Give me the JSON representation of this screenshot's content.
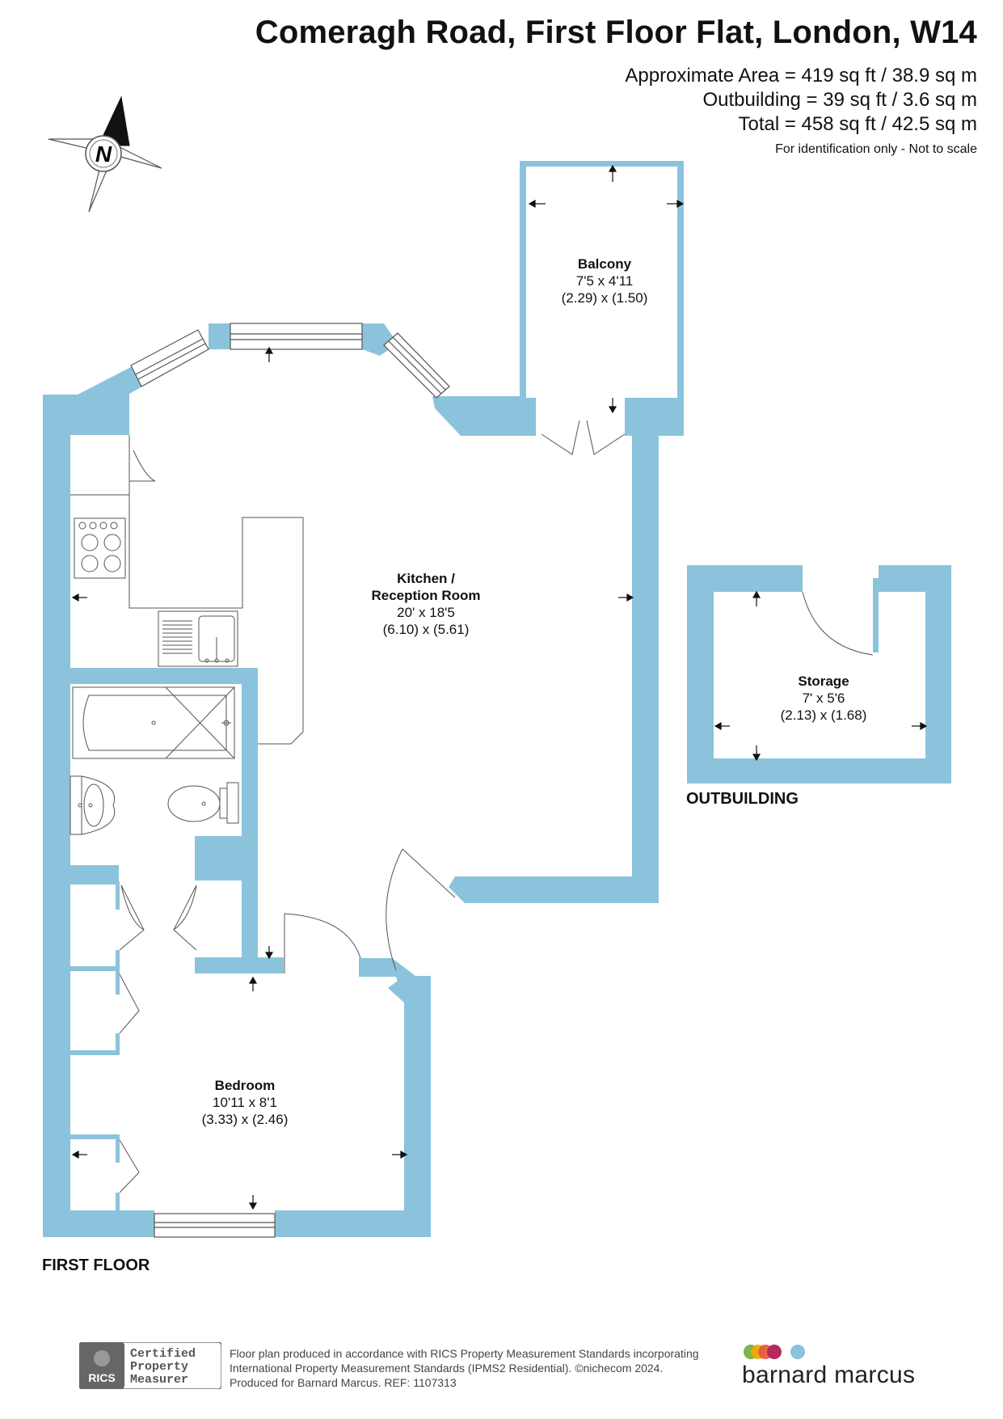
{
  "header": {
    "title": "Comeragh Road, First Floor Flat, London, W14",
    "approx_area": "Approximate Area = 419 sq ft / 38.9 sq m",
    "outbuilding_area": "Outbuilding = 39 sq ft / 3.6 sq m",
    "total_area": "Total = 458 sq ft / 42.5 sq m",
    "note": "For identification only - Not to scale"
  },
  "compass": {
    "label": "N"
  },
  "rooms": {
    "balcony": {
      "name": "Balcony",
      "imperial": "7'5 x 4'11",
      "metric": "(2.29) x (1.50)"
    },
    "kitchen": {
      "name": "Kitchen /",
      "name2": "Reception Room",
      "imperial": "20' x 18'5",
      "metric": "(6.10) x (5.61)"
    },
    "storage": {
      "name": "Storage",
      "imperial": "7' x 5'6",
      "metric": "(2.13) x (1.68)"
    },
    "bedroom": {
      "name": "Bedroom",
      "imperial": "10'11 x 8'1",
      "metric": "(3.33) x (2.46)"
    }
  },
  "labels": {
    "outbuilding": "OUTBUILDING",
    "first_floor": "FIRST FLOOR"
  },
  "footer": {
    "line1": "Floor plan produced in accordance with RICS Property Measurement Standards incorporating",
    "line2": "International Property Measurement Standards (IPMS2 Residential).  ©nichecom 2024.",
    "line3": "Produced for Barnard Marcus.   REF:  1107313",
    "rics_short": "RICS",
    "rics_line1": "Certified",
    "rics_line2": "Property",
    "rics_line3": "Measurer",
    "brand": "barnard marcus"
  },
  "colors": {
    "wall": "#8cc3dc",
    "line": "#555555",
    "brand_dot_light": "#8cc3dc"
  }
}
